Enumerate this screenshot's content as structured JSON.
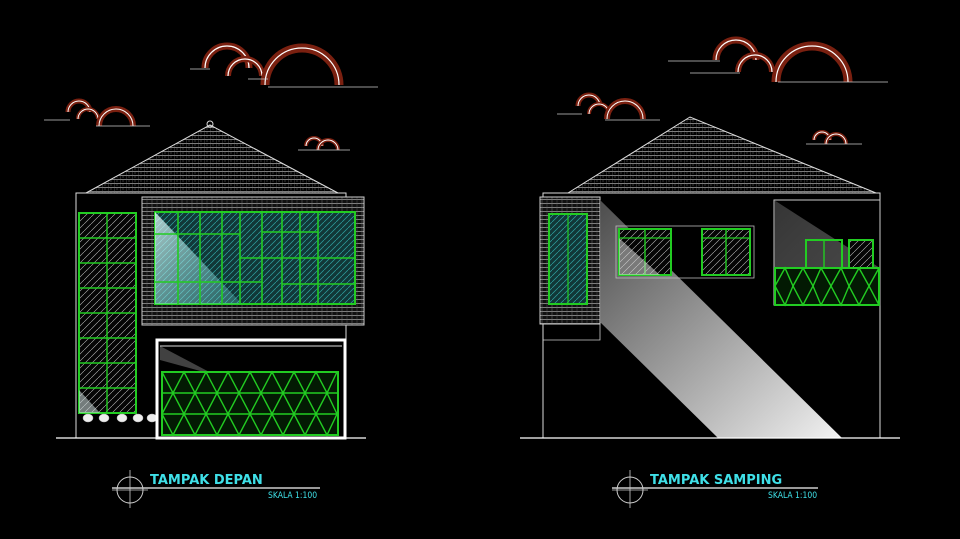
{
  "drawings": [
    {
      "title": "TAMPAK DEPAN",
      "scale": "SKALA 1:100"
    },
    {
      "title": "TAMPAK SAMPING",
      "scale": "SKALA 1:100"
    }
  ],
  "colors": {
    "background": "#000000",
    "outline": "#ffffff",
    "window_frame": "#22cc22",
    "glass": "#2a8a8a",
    "label": "#3fe0e8",
    "cloud": "#7a2010"
  }
}
